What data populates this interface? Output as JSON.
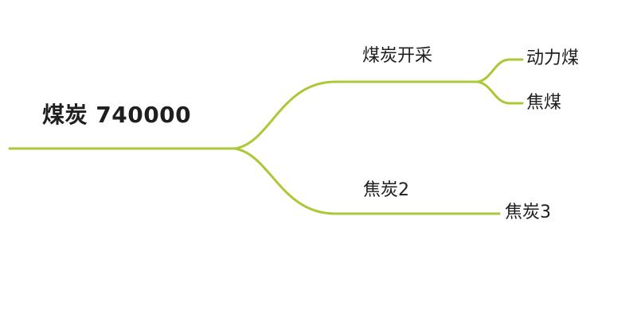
{
  "colors": {
    "branch": "#abc837",
    "text": "#1f1f1f",
    "background": "#ffffff"
  },
  "mindmap": {
    "root": {
      "label": "煤炭 740000"
    },
    "branches": [
      {
        "label": "煤炭开采",
        "children": [
          {
            "label": "动力煤"
          },
          {
            "label": "焦煤"
          }
        ]
      },
      {
        "label": "焦炭2",
        "children": [
          {
            "label": "焦炭3"
          }
        ]
      }
    ]
  }
}
